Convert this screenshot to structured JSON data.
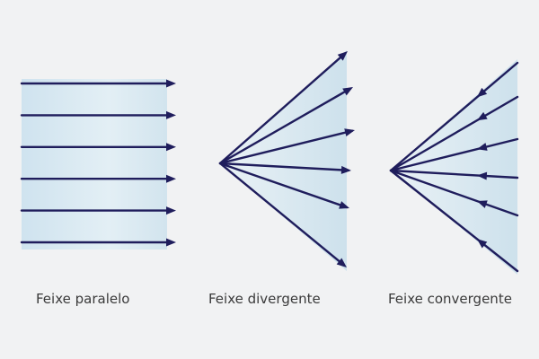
{
  "colors": {
    "background": "#f1f2f3",
    "ray": "#1f1d5c",
    "fill_light": "#dbe9f2",
    "fill_mid": "#c8dde8",
    "caption": "#3a3a3a"
  },
  "diagrams": {
    "parallel": {
      "label": "Feixe paralelo",
      "ray_count": 6
    },
    "divergent": {
      "label": "Feixe divergente",
      "ray_count": 6
    },
    "convergent": {
      "label": "Feixe convergente",
      "ray_count": 6
    }
  }
}
